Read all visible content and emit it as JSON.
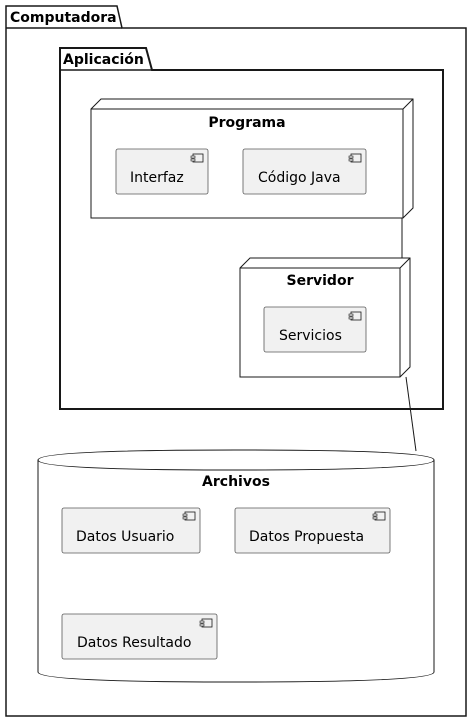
{
  "diagram": {
    "computer_package": {
      "label": "Computadora"
    },
    "application_package": {
      "label": "Aplicación"
    },
    "program_node": {
      "label": "Programa",
      "components": [
        {
          "label": "Interfaz"
        },
        {
          "label": "Código Java"
        }
      ]
    },
    "server_node": {
      "label": "Servidor",
      "components": [
        {
          "label": "Servicios"
        }
      ]
    },
    "files_database": {
      "label": "Archivos",
      "components": [
        {
          "label": "Datos Usuario"
        },
        {
          "label": "Datos Propuesta"
        },
        {
          "label": "Datos Resultado"
        }
      ]
    },
    "colors": {
      "component_fill": "#f1f1f1",
      "component_stroke": "#5a5a5a",
      "frame_stroke": "#181818",
      "background": "#ffffff"
    }
  }
}
